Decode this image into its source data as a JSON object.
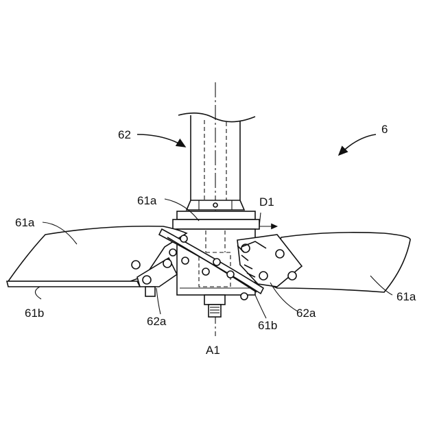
{
  "labels": {
    "ref_6": "6",
    "ref_62": "62",
    "ref_61a_top": "61a",
    "ref_d1": "D1",
    "ref_61a_left": "61a",
    "ref_61a_right": "61a",
    "ref_61b_left": "61b",
    "ref_62a_left": "62a",
    "ref_61b_right": "61b",
    "ref_62a_right": "62a",
    "ref_a1": "A1"
  }
}
